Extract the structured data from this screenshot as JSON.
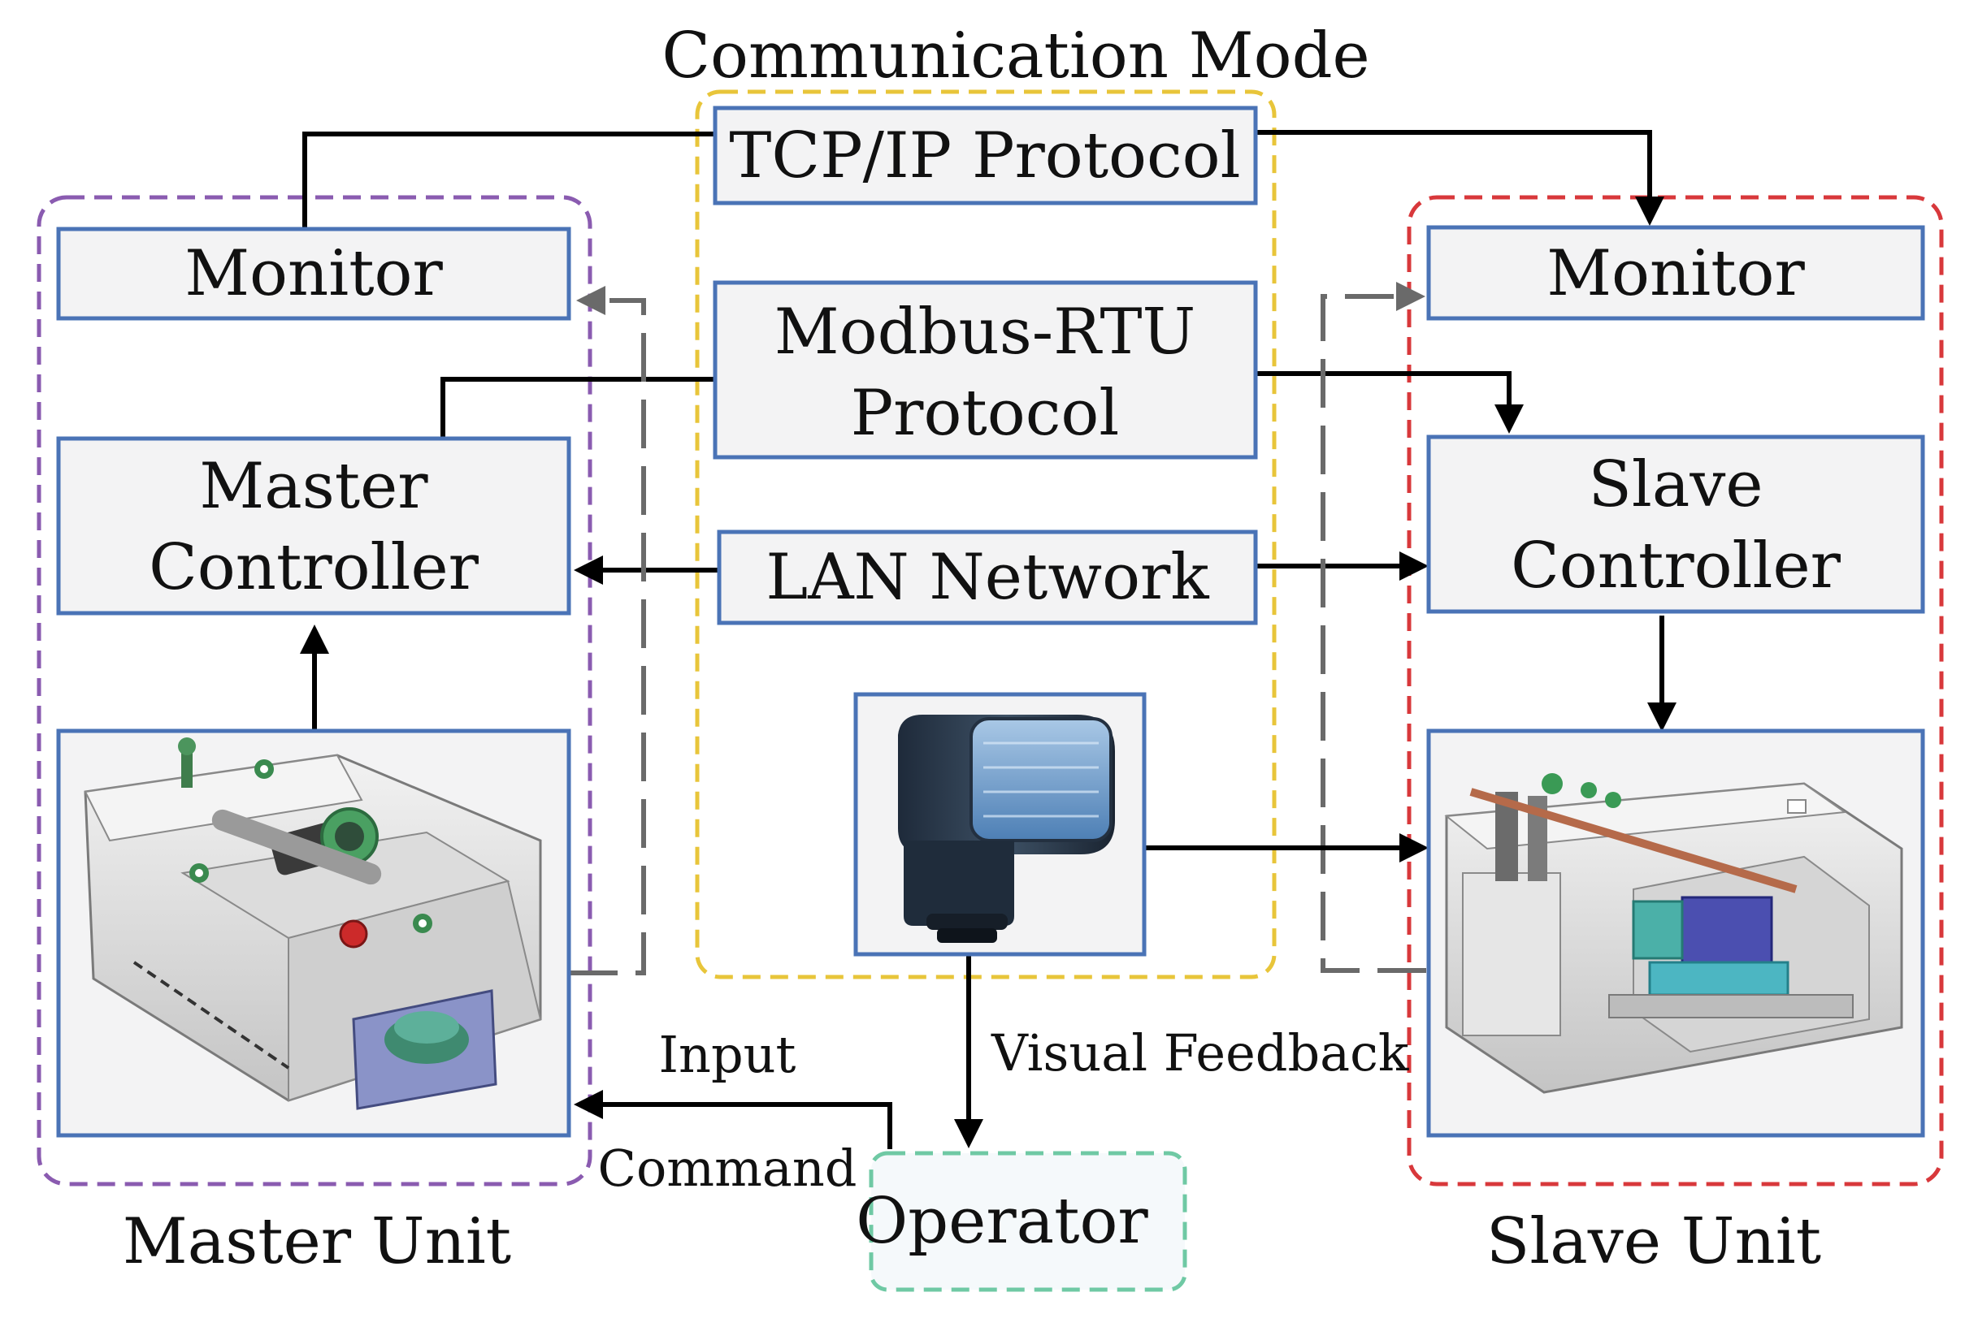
{
  "labels": {
    "comm_mode": "Communication Mode",
    "master_unit": "Master Unit",
    "slave_unit": "Slave Unit",
    "input": "Input",
    "command": "Command",
    "visual_feedback": "Visual Feedback",
    "operator": "Operator"
  },
  "protocols": {
    "tcp": "TCP/IP Protocol",
    "modbus_line1": "Modbus-RTU",
    "modbus_line2": "Protocol",
    "lan": "LAN Network"
  },
  "master": {
    "monitor": "Monitor",
    "controller_line1": "Master",
    "controller_line2": "Controller"
  },
  "slave": {
    "monitor": "Monitor",
    "controller_line1": "Slave",
    "controller_line2": "Controller"
  },
  "colors": {
    "master_group": "#8a5bb0",
    "slave_group": "#d8383b",
    "comm_group": "#e8c53a",
    "operator_group": "#6fc9a4",
    "box_border": "#4a73b6"
  }
}
